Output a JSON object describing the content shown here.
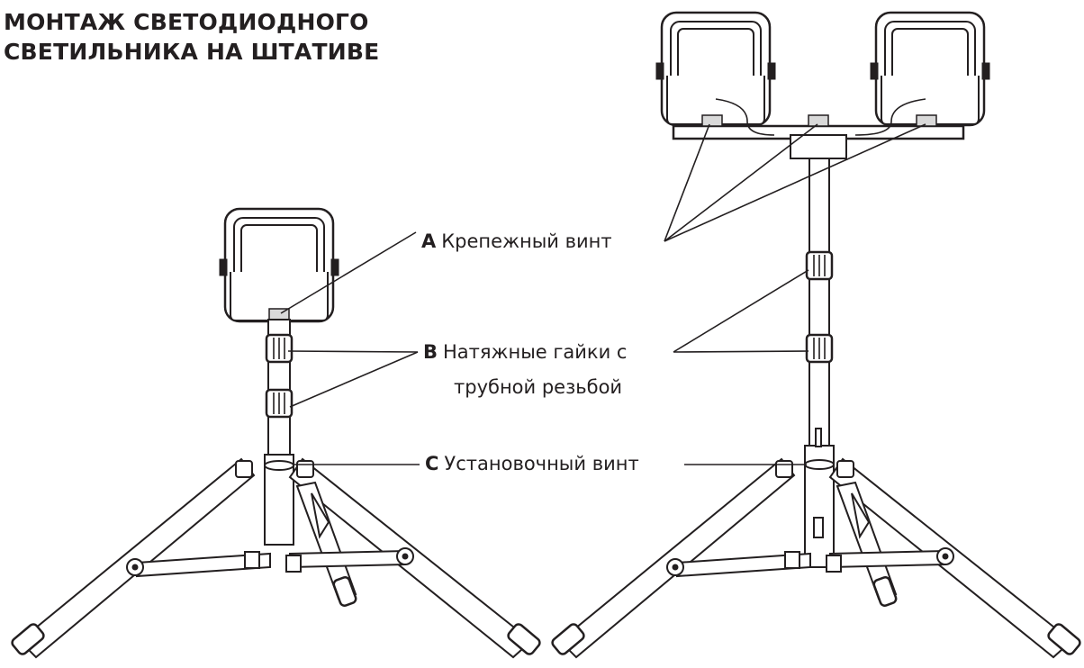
{
  "title": {
    "line1": "МОНТАЖ СВЕТОДИОДНОГО",
    "line2": "СВЕТИЛЬНИКА НА ШТАТИВЕ"
  },
  "callouts": [
    {
      "letter": "A",
      "text": "Крепежный винт"
    },
    {
      "letter": "B",
      "text": "Натяжные гайки с",
      "text2": "трубной резьбой"
    },
    {
      "letter": "C",
      "text": "Установочный винт"
    }
  ]
}
